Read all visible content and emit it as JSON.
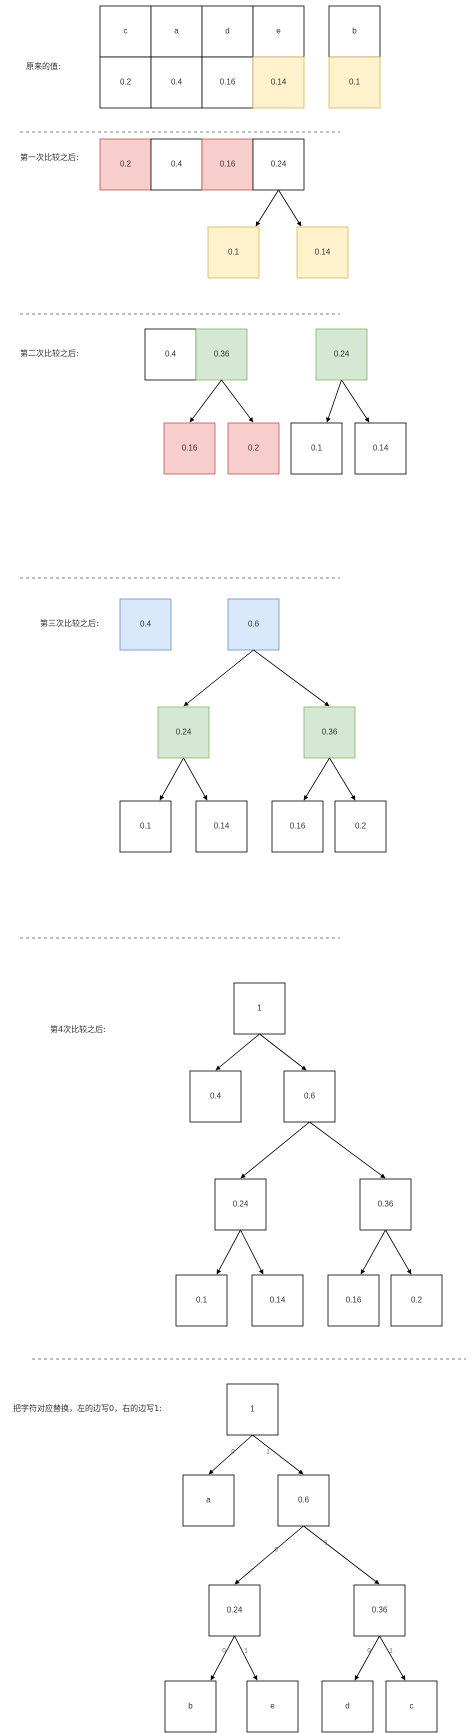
{
  "colors": {
    "white": "#ffffff",
    "yellow": "#fff2cc",
    "yellow_stroke": "#d6b656",
    "red": "#f8cecc",
    "red_stroke": "#b85450",
    "green": "#d5e8d4",
    "green_stroke": "#82b366",
    "blue": "#dae8fc",
    "blue_stroke": "#6c8ebf",
    "black": "#000000"
  },
  "sections": [
    {
      "label": "原来的值:",
      "letters": [
        "c",
        "a",
        "d",
        "e",
        "b"
      ],
      "values": [
        "0.2",
        "0.4",
        "0.16",
        "0.14",
        "0.1"
      ]
    },
    {
      "label": "第一次比较之后:",
      "cells": [
        "0.2",
        "0.4",
        "0.16",
        "0.24"
      ],
      "children": [
        "0.1",
        "0.14"
      ]
    },
    {
      "label": "第二次比较之后:",
      "pair": [
        "0.4",
        "0.36"
      ],
      "pair_children": [
        "0.16",
        "0.2"
      ],
      "root": "0.24",
      "root_children": [
        "0.1",
        "0.14"
      ]
    },
    {
      "label": "第三次比较之后:",
      "single": "0.4",
      "root": "0.6",
      "mid": [
        "0.24",
        "0.36"
      ],
      "leaves": [
        "0.1",
        "0.14",
        "0.16",
        "0.2"
      ]
    },
    {
      "label": "第4次比较之后:",
      "root": "1",
      "level1": [
        "0.4",
        "0.6"
      ],
      "level2": [
        "0.24",
        "0.36"
      ],
      "leaves": [
        "0.1",
        "0.14",
        "0.16",
        "0.2"
      ]
    },
    {
      "label": "把字符对应替换，左的边写0，右的边写1:",
      "root": "1",
      "level1": [
        "a",
        "0.6"
      ],
      "level2": [
        "0.24",
        "0.36"
      ],
      "leaves": [
        "b",
        "e",
        "d",
        "c"
      ],
      "edge_left": "0",
      "edge_right": "1"
    }
  ]
}
